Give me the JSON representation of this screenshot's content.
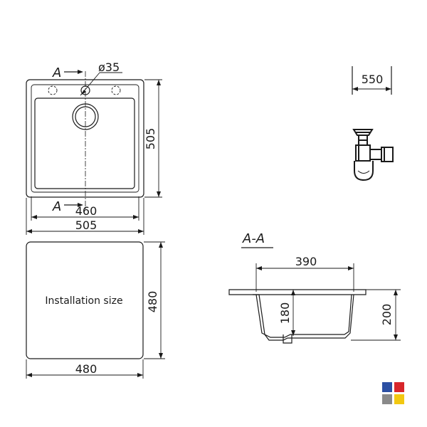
{
  "sink": {
    "dim_hole_diameter": "ø35",
    "dim_inner_width": "460",
    "dim_outer_width": "505",
    "dim_outer_depth": "505",
    "section_marker_top": "A",
    "section_marker_bottom": "A"
  },
  "installation": {
    "label": "Installation size",
    "dim_width": "480",
    "dim_height": "480"
  },
  "cabinet": {
    "dim_width": "550"
  },
  "section": {
    "title": "A-A",
    "dim_bowl_width": "390",
    "dim_bowl_depth": "180",
    "dim_total_height": "200"
  },
  "logo": {
    "colors": [
      "#2b4fa3",
      "#d7262b",
      "#8a8a8a",
      "#f2c811"
    ]
  }
}
